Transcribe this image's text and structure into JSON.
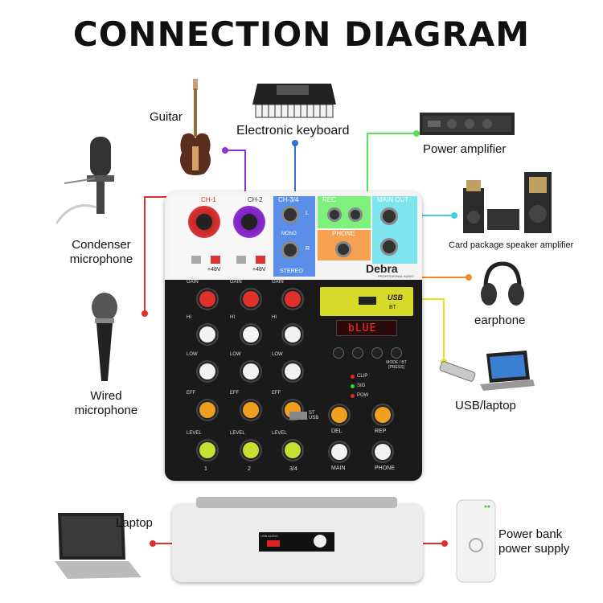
{
  "title": "CONNECTION DIAGRAM",
  "labels": {
    "guitar": "Guitar",
    "keyboard": "Electronic keyboard",
    "power_amplifier": "Power amplifier",
    "speaker_amplifier": "Card package speaker amplifier",
    "earphone": "earphone",
    "usb_laptop": "USB/laptop",
    "condenser_mic": "Condenser microphone",
    "wired_mic": "Wired microphone",
    "laptop": "Laptop",
    "power_bank": "Power bank power supply"
  },
  "mixer": {
    "brand": "Debra",
    "brand_sub": "PROFESSIONAL AUDIO",
    "ch1": "CH-1",
    "ch2": "CH-2",
    "ch34": "CH-3/4",
    "rec": "REC",
    "main_out": "MAIN OUT",
    "phone": "PHONE",
    "mono": "MONO",
    "stereo": "STEREO",
    "phantom": "+48V",
    "display": "bLUE",
    "usb": "USB",
    "bt": "BT",
    "mode": "MODE / BT [PRESS]",
    "clip": "CLIP",
    "sig": "SIG",
    "pow": "POW",
    "gain": "GAIN",
    "hi": "HI",
    "low": "LOW",
    "eff": "EFF",
    "level": "LEVEL",
    "del": "DEL",
    "rep": "REP",
    "main": "MAIN",
    "phone_knob": "PHONE",
    "channel_numbers": [
      "1",
      "2",
      "3/4"
    ],
    "st_usb": "ST USB",
    "usb_audio": "USB AUDIO",
    "l": "L",
    "r": "R"
  },
  "colors": {
    "red": "#e0302c",
    "purple": "#8e2fd0",
    "blue": "#2e6fd8",
    "green": "#57e05a",
    "cyan": "#3fd0e0",
    "orange": "#f08a2a",
    "yellow": "#e8e020"
  }
}
